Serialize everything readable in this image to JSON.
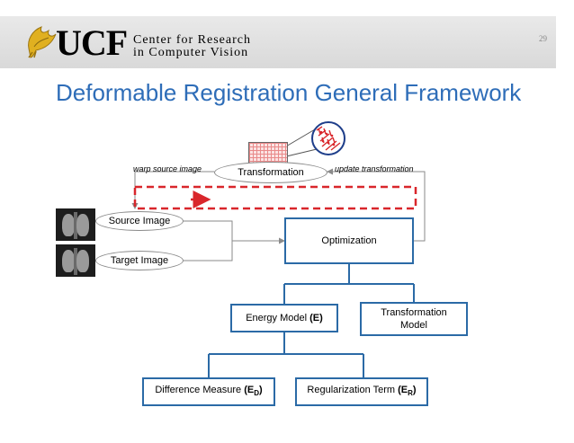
{
  "header": {
    "logo_ucf": "UCF",
    "center_line1": "Center for Research",
    "center_line2": "in Computer Vision",
    "slide_number": "29"
  },
  "title": "Deformable Registration General Framework",
  "diagram": {
    "transformation_ellipse": "Transformation",
    "warp_label": "warp source image",
    "update_label": "update transformation",
    "source_image": "Source Image",
    "target_image": "Target Image",
    "optimization": "Optimization",
    "energy_model": "Energy Model ",
    "energy_model_sym": "(E)",
    "transformation_model_line1": "Transformation",
    "transformation_model_line2": "Model",
    "difference_measure": "Difference Measure ",
    "difference_sym": "(E",
    "difference_sub": "D",
    "difference_close": ")",
    "regularization_term": "Regularization Term ",
    "regularization_sym": "(E",
    "regularization_sub": "R",
    "regularization_close": ")"
  },
  "colors": {
    "title": "#2e6db8",
    "box_border": "#2b6aa6",
    "loop_dash": "#d9262b",
    "zoom_circle": "#1e3e8a"
  }
}
